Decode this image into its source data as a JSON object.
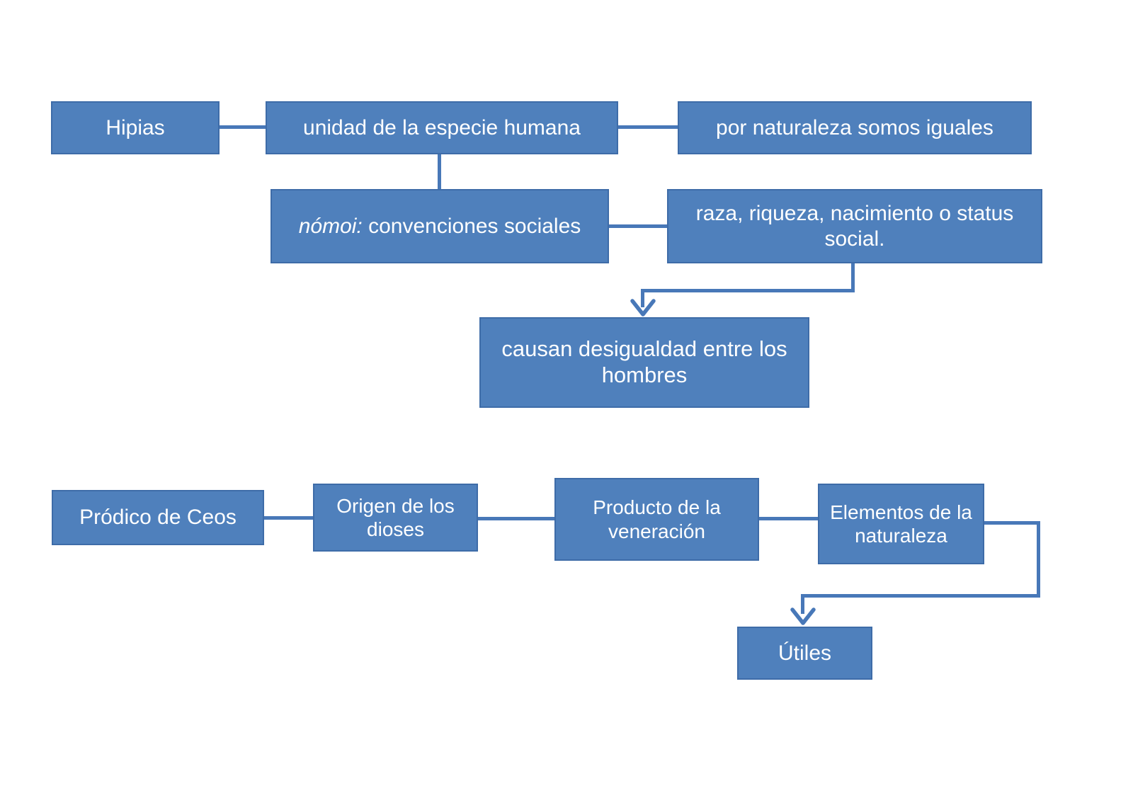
{
  "diagram": {
    "colors": {
      "box_fill": "#4F80BC",
      "box_border": "#3E6CA8",
      "connector": "#4878B8",
      "text": "#FFFFFF",
      "background": "#FFFFFF"
    },
    "nodes": {
      "hipias": {
        "label": "Hipias"
      },
      "unidad": {
        "label": "unidad de la especie humana"
      },
      "por_naturaleza": {
        "label": "por naturaleza somos iguales"
      },
      "nomoi": {
        "label_italic": "nómoi:",
        "label_rest": " convenciones sociales"
      },
      "raza": {
        "label": "raza, riqueza, nacimiento o status social."
      },
      "causan": {
        "label": "causan desigualdad entre los hombres"
      },
      "prodico": {
        "label": "Pródico de Ceos"
      },
      "origen": {
        "label": "Origen de los dioses"
      },
      "producto": {
        "label": "Producto de la veneración"
      },
      "elementos": {
        "label": "Elementos de la naturaleza"
      },
      "utiles": {
        "label": "Útiles"
      }
    },
    "edges": [
      {
        "from": "hipias",
        "to": "unidad",
        "type": "line"
      },
      {
        "from": "unidad",
        "to": "por_naturaleza",
        "type": "line"
      },
      {
        "from": "unidad",
        "to": "nomoi",
        "type": "line"
      },
      {
        "from": "nomoi",
        "to": "raza",
        "type": "line"
      },
      {
        "from": "raza",
        "to": "causan",
        "type": "arrow"
      },
      {
        "from": "prodico",
        "to": "origen",
        "type": "line"
      },
      {
        "from": "origen",
        "to": "producto",
        "type": "line"
      },
      {
        "from": "producto",
        "to": "elementos",
        "type": "line"
      },
      {
        "from": "elementos",
        "to": "utiles",
        "type": "arrow"
      }
    ]
  }
}
